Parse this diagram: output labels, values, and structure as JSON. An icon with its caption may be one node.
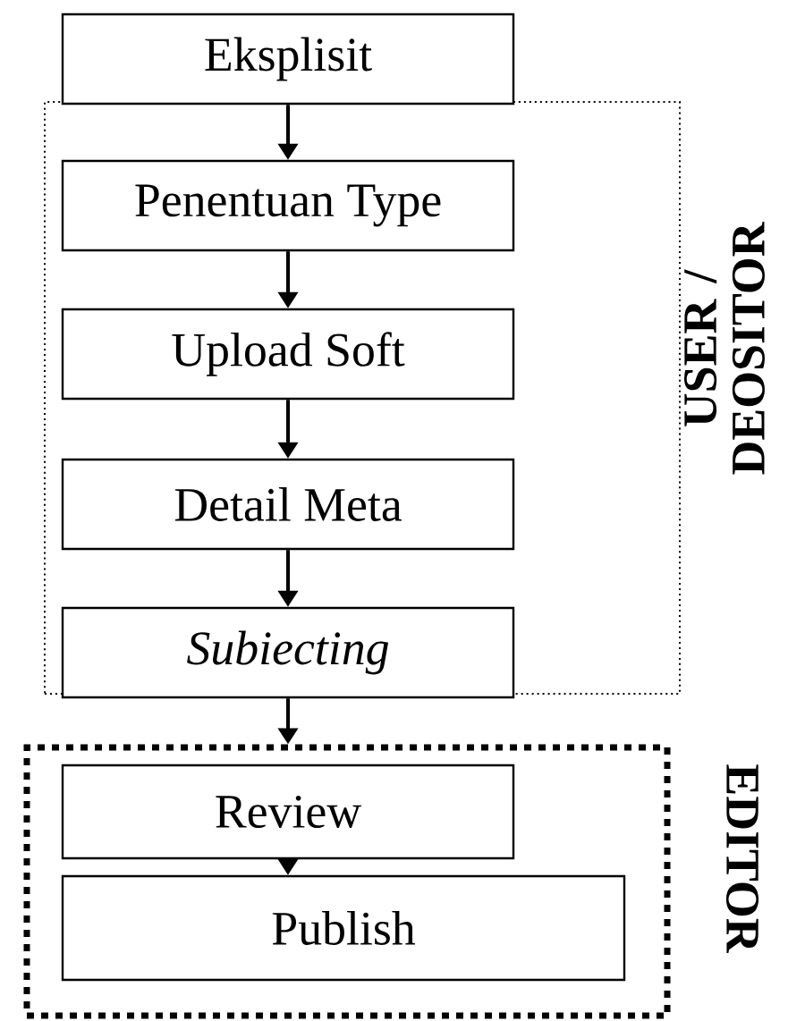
{
  "diagram": {
    "nodes": [
      {
        "text": [
          "Eksplisit"
        ]
      },
      {
        "text": [
          "USER / DEOSITOR"
        ]
      },
      {
        "text": [
          "Penentuan Type"
        ],
        "in": 1
      },
      {
        "text": [
          "Upload Soft"
        ],
        "in": 1
      },
      {
        "text": [
          "Detail Meta"
        ],
        "in": 1
      },
      {
        "text": [
          "Subiecting"
        ],
        "in": 1
      },
      {
        "text": [
          "EDITOR"
        ]
      },
      {
        "text": [
          "Review"
        ],
        "in": 6
      },
      {
        "text": [
          "Publish"
        ],
        "in": 6
      }
    ],
    "edges": [
      {
        "from": 0,
        "to": 2,
        "arrow": "to"
      },
      {
        "from": 2,
        "to": 3,
        "arrow": "to"
      },
      {
        "from": 3,
        "to": 4,
        "arrow": "to"
      },
      {
        "from": 4,
        "to": 5,
        "arrow": "to"
      },
      {
        "from": 5,
        "to": 6,
        "arrow": "to"
      },
      {
        "from": 7,
        "to": 8,
        "arrow": "to"
      }
    ]
  }
}
